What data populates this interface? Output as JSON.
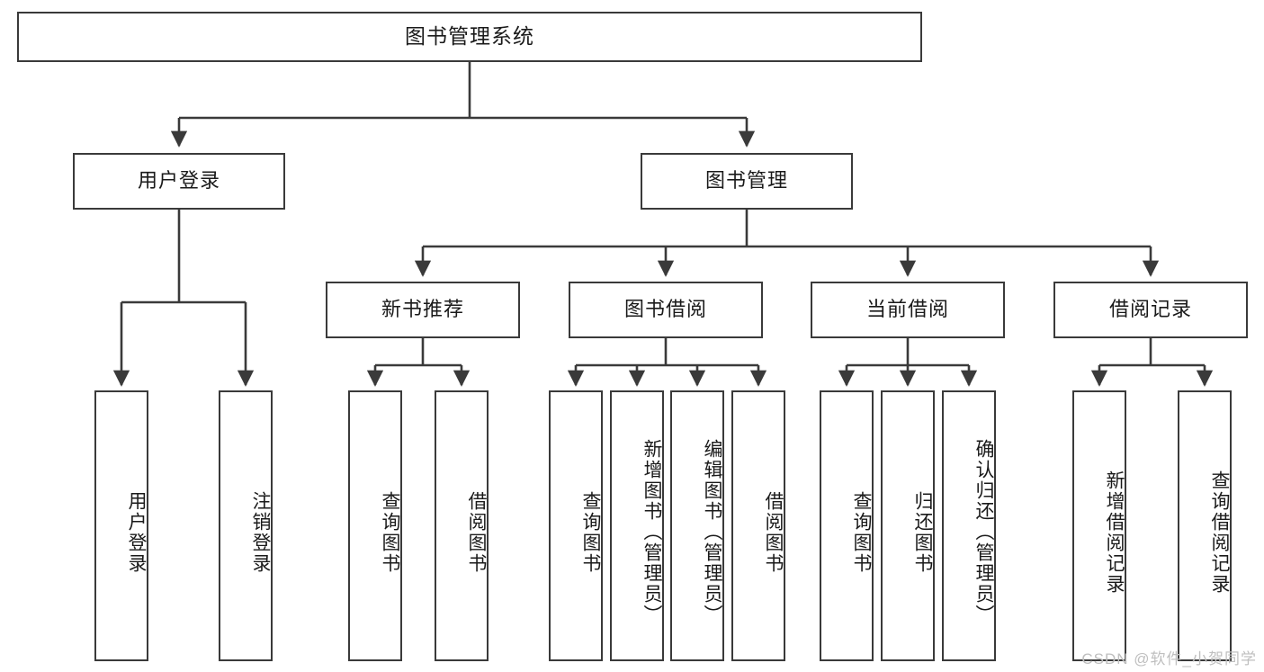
{
  "diagram": {
    "type": "tree",
    "title": "图书管理系统",
    "background_color": "#ffffff",
    "line_color": "#3a3a3a",
    "box_border_color": "#3a3a3a",
    "watermark": "CSDN @软件_小贺同学",
    "levels": {
      "root": {
        "label": "图书管理系统"
      },
      "level2": [
        {
          "label": "用户登录"
        },
        {
          "label": "图书管理"
        }
      ],
      "level3": [
        {
          "label": "新书推荐"
        },
        {
          "label": "图书借阅"
        },
        {
          "label": "当前借阅"
        },
        {
          "label": "借阅记录"
        }
      ],
      "leaves": {
        "user_login": [
          {
            "label": "用户登录"
          },
          {
            "label": "注销登录"
          }
        ],
        "new_book_recommend": [
          {
            "label": "查询图书"
          },
          {
            "label": "借阅图书"
          }
        ],
        "book_borrow": [
          {
            "label": "查询图书"
          },
          {
            "label": "新增图书（管理员）"
          },
          {
            "label": "编辑图书（管理员）"
          },
          {
            "label": "借阅图书"
          }
        ],
        "current_borrow": [
          {
            "label": "查询图书"
          },
          {
            "label": "归还图书"
          },
          {
            "label": "确认归还（管理员）"
          }
        ],
        "borrow_record": [
          {
            "label": "新增借阅记录"
          },
          {
            "label": "查询借阅记录"
          }
        ]
      }
    }
  }
}
